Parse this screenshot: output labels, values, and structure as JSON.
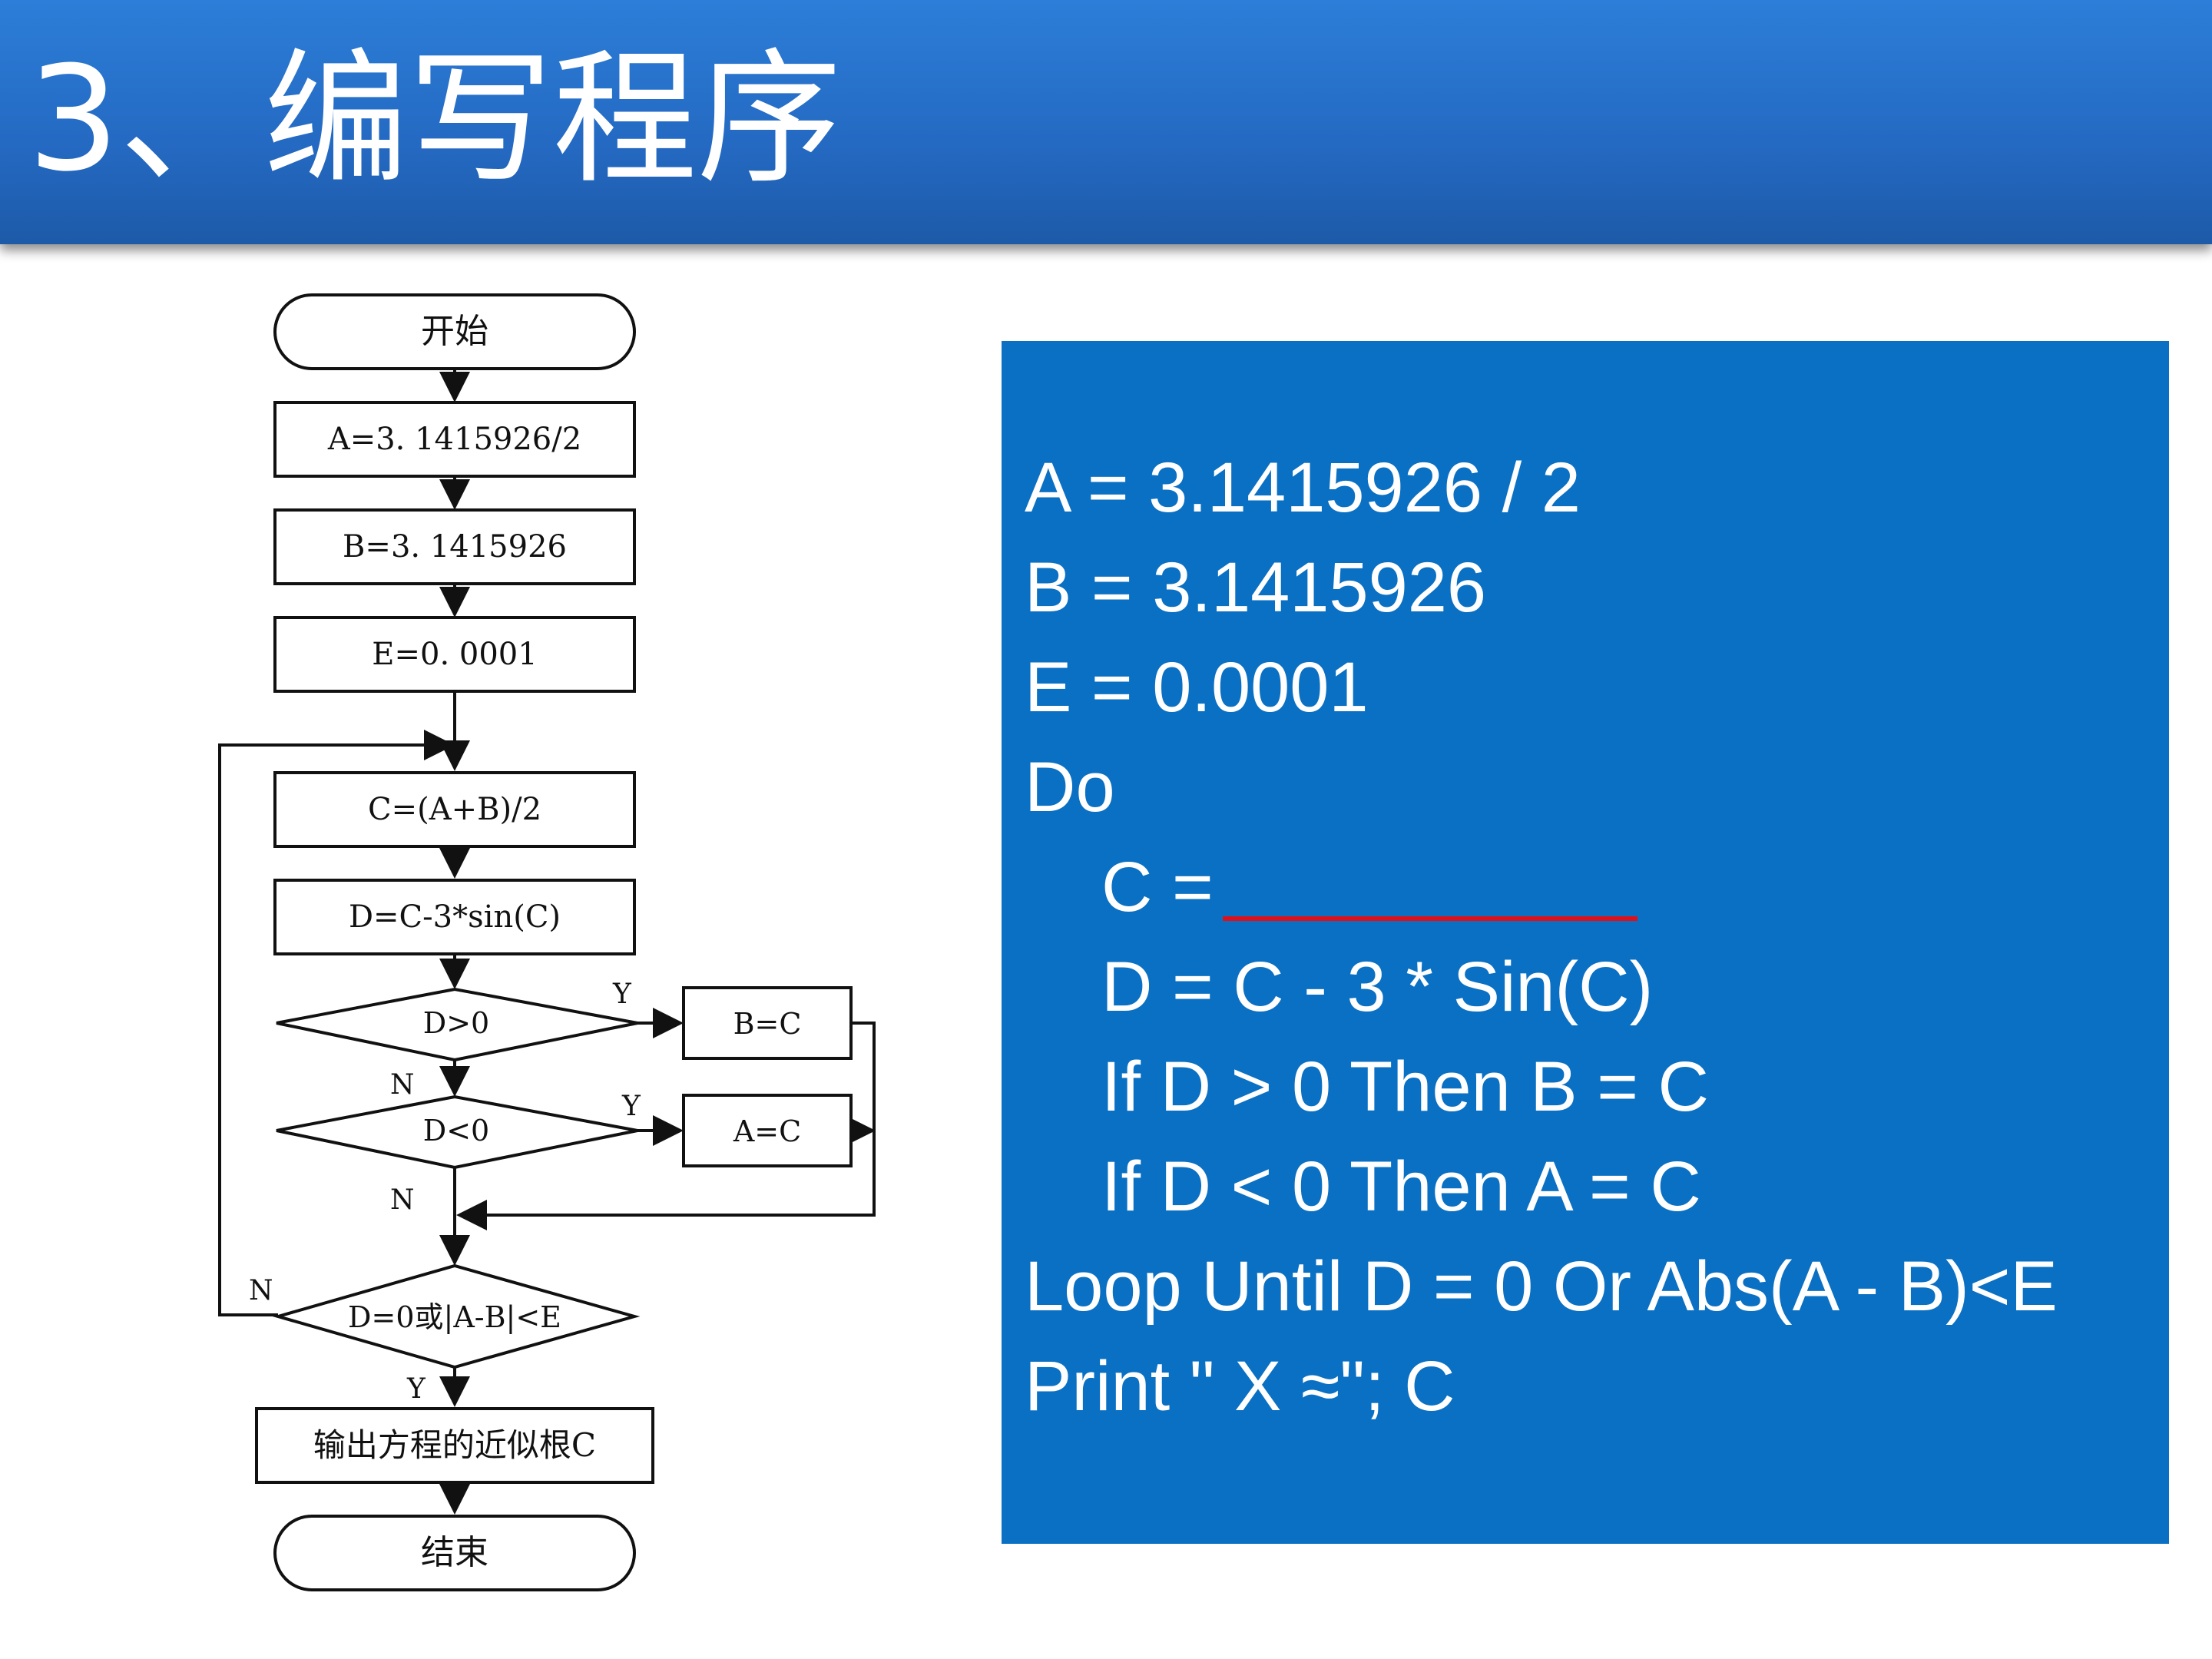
{
  "header": {
    "title": "3、编写程序"
  },
  "flowchart": {
    "start": "开始",
    "step1": "A=3. 1415926/2",
    "step2": "B=3. 1415926",
    "step3": "E=0. 0001",
    "step4": "C=(A+B)/2",
    "step5": "D=C-3*sin(C)",
    "decision1": "D>0",
    "decision2": "D<0",
    "action1": "B=C",
    "action2": "A=C",
    "decision3": "D=0或|A-B|<E",
    "output": "输出方程的近似根C",
    "end": "结束",
    "label_yes": "Y",
    "label_no": "N"
  },
  "code": {
    "line1": "A = 3.1415926 / 2",
    "line2": "B = 3.1415926",
    "line3": "E = 0.0001",
    "line4": "Do",
    "line5": "C =",
    "line6": "D = C - 3 * Sin(C)",
    "line7": "If D > 0 Then B = C",
    "line8": "If D < 0 Then A = C",
    "line9": "Loop Until D = 0 Or Abs(A - B)<E",
    "line10": "Print \" X ≈\"; C"
  },
  "colors": {
    "header_bg": "#2469c2",
    "panel_bg": "#0a70c3",
    "blank_line": "#e0101a"
  }
}
